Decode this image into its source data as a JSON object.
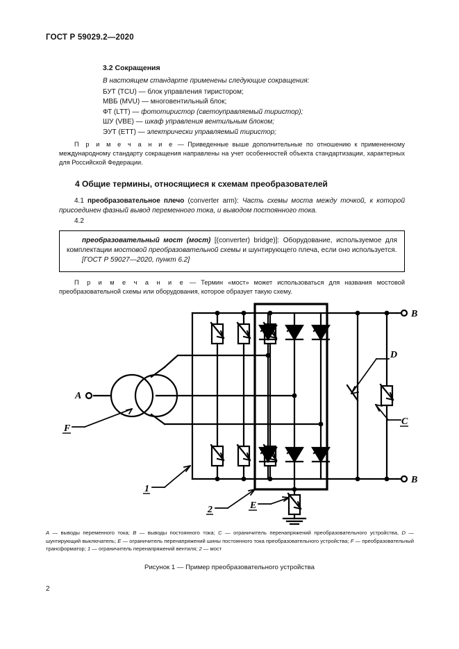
{
  "header": {
    "standard_id": "ГОСТ Р 59029.2—2020"
  },
  "section_3_2": {
    "heading": "3.2  Сокращения",
    "intro": "В настоящем стандарте применены следующие сокращения:",
    "abbreviations": [
      {
        "code": "БУТ (TCU)",
        "dash": " — ",
        "meaning": "блок управления тиристором;",
        "italic": false
      },
      {
        "code": "МВБ (MVU)",
        "dash": " — ",
        "meaning": "многовентильный блок;",
        "italic": false
      },
      {
        "code": "ФТ (LTT)",
        "dash": " — ",
        "meaning": "фототиристор (светоуправляемый тиристор);",
        "italic": true
      },
      {
        "code": "ШУ (VBE)",
        "dash": " — ",
        "meaning": "шкаф управления вентильным блоком;",
        "italic": true
      },
      {
        "code": "ЭУТ (ETT)",
        "dash": " — ",
        "meaning": "электрически управляемый тиристор;",
        "italic": true
      }
    ],
    "note_label": "П р и м е ч а н и е",
    "note_text": " — Приведенные выше дополнительные по отношению к примененному международному стандарту сокращения направлены на учет особенностей объекта стандартизации, характерных для Российской Федерации."
  },
  "section_4": {
    "heading": "4  Общие термины, относящиеся к схемам преобразователей",
    "item_4_1": {
      "number": "4.1",
      "term": "преобразовательное плечо",
      "english": "(converter arm):",
      "definition": "Часть схемы моста между точкой, к которой присоединен фазный вывод переменного тока, и выводом постоянного тока."
    },
    "item_4_2_number": "4.2",
    "definition_box": {
      "term": "преобразовательный мост (мост)",
      "english": "[(converter) bridge)]:",
      "text_part1": " Оборудование, используемое для комплектации ",
      "text_italic": "мостовой преобразовательной схемы",
      "text_part2": " и шунтирующего плеча, если оно используется.",
      "reference": "[ГОСТ Р 59027—2020, пункт 6.2]"
    },
    "note_label": "П р и м е ч а н и е",
    "note_text": " — Термин «мост» может использоваться для названия мостовой преобразовательной схемы или оборудования, которое образует такую схему."
  },
  "figure": {
    "labels": {
      "a_terminal": "A",
      "b_terminal_top": "B",
      "b_terminal_bottom": "B",
      "c_label": "C",
      "d_label": "D",
      "e_label": "E",
      "f_label": "F",
      "one_label": "1",
      "two_label": "2"
    },
    "caption_segments": [
      {
        "sym": "A",
        "text": " — выводы переменного тока; "
      },
      {
        "sym": "B",
        "text": " — выводы постоянного тока; "
      },
      {
        "sym": "C",
        "text": " — ограничитель перенапряжений преобразовательного устройства, "
      },
      {
        "sym": "D",
        "text": " — шунтирующий выключатель; "
      },
      {
        "sym": "E",
        "text": " — ограничитель перенапряжений шины постоянного тока преобразовательного устройства; "
      },
      {
        "sym": "F",
        "text": " — преобразовательный трансформатор; "
      },
      {
        "sym": "1",
        "text": " — ограничитель перенапряжений вентиля; "
      },
      {
        "sym": "2",
        "text": " — мост"
      }
    ],
    "title": "Рисунок 1 — Пример преобразовательного устройства"
  },
  "footer": {
    "page_number": "2"
  },
  "colors": {
    "ink": "#000000",
    "paper": "#ffffff"
  }
}
